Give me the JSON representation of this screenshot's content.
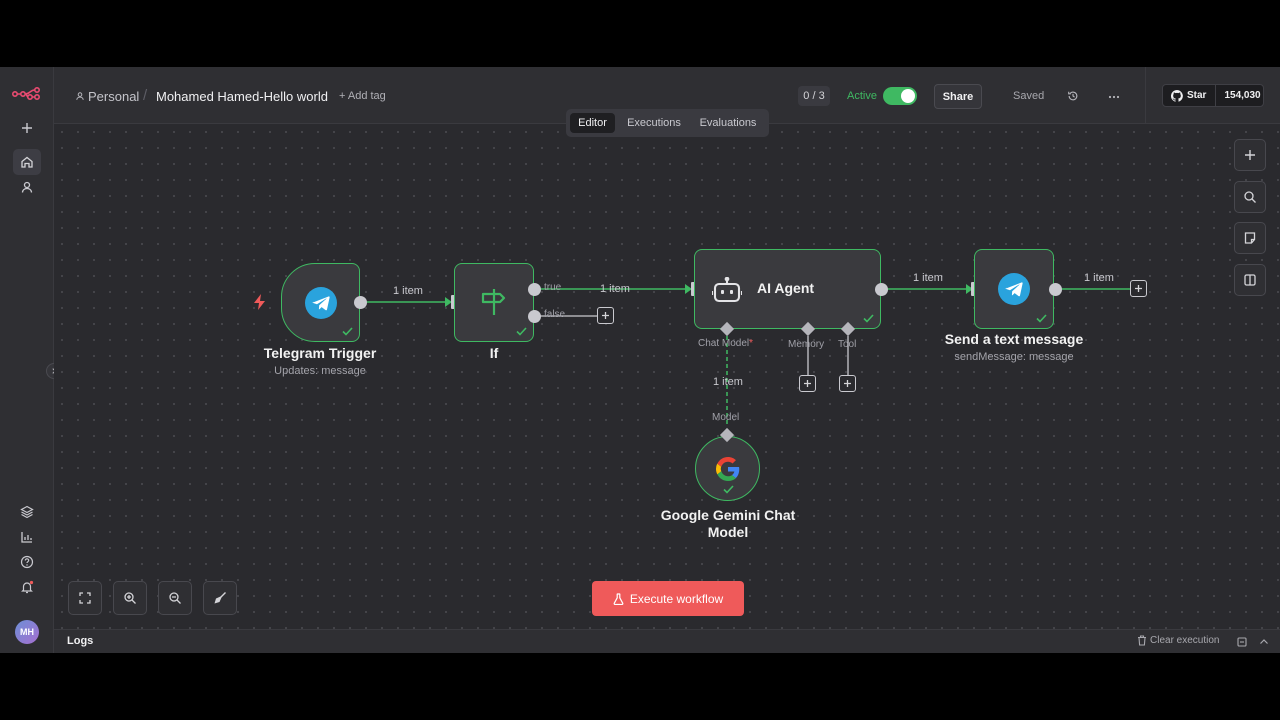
{
  "header": {
    "project": "Personal",
    "workflow_name": "Mohamed Hamed-Hello world",
    "add_tag": "+ Add tag",
    "counter": "0 / 3",
    "active_label": "Active",
    "active": true,
    "share": "Share",
    "saved": "Saved",
    "github_star": "Star",
    "github_count": "154,030"
  },
  "tabs": [
    {
      "label": "Editor",
      "selected": true
    },
    {
      "label": "Executions",
      "selected": false
    },
    {
      "label": "Evaluations",
      "selected": false
    }
  ],
  "nodes": {
    "telegram_trigger": {
      "title": "Telegram Trigger",
      "subtitle": "Updates: message"
    },
    "if": {
      "title": "If"
    },
    "ai_agent": {
      "title": "AI Agent"
    },
    "send_message": {
      "title": "Send a text message",
      "subtitle": "sendMessage: message"
    },
    "gemini": {
      "title_line1": "Google Gemini Chat",
      "title_line2": "Model"
    }
  },
  "connections": {
    "item_label": "1 item",
    "true_label": "true",
    "false_label": "false",
    "chat_model": "Chat Model",
    "required_mark": "*",
    "memory": "Memory",
    "tool": "Tool",
    "model": "Model"
  },
  "execute_button": "Execute workflow",
  "logs": {
    "title": "Logs",
    "clear": "Clear execution"
  },
  "avatar_initials": "MH",
  "colors": {
    "accent_green": "#3fb962",
    "execute_red": "#ef5a5a",
    "telegram_blue": "#2aa3dd",
    "canvas": "#2a2a2e"
  }
}
